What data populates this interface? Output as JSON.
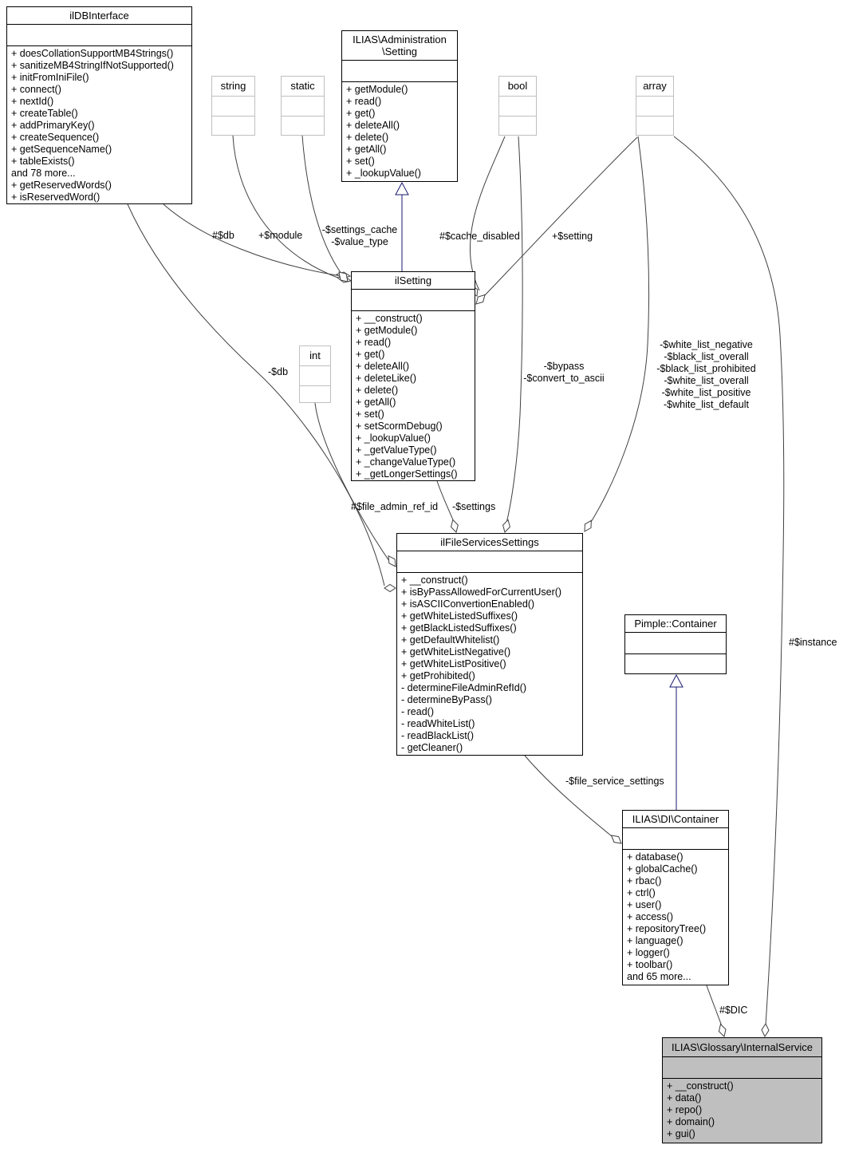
{
  "classes": {
    "ildb": {
      "title": "ilDBInterface",
      "methods": [
        "+ doesCollationSupportMB4Strings()",
        "+ sanitizeMB4StringIfNotSupported()",
        "+ initFromIniFile()",
        "+ connect()",
        "+ nextId()",
        "+ createTable()",
        "+ addPrimaryKey()",
        "+ createSequence()",
        "+ getSequenceName()",
        "+ tableExists()",
        "and 78 more...",
        "+ getReservedWords()",
        "+ isReservedWord()"
      ]
    },
    "admin_setting": {
      "title": "ILIAS\\Administration\n\\Setting",
      "methods": [
        "+ getModule()",
        "+ read()",
        "+ get()",
        "+ deleteAll()",
        "+ delete()",
        "+ getAll()",
        "+ set()",
        "+ _lookupValue()"
      ]
    },
    "ilsetting": {
      "title": "ilSetting",
      "methods": [
        "+ __construct()",
        "+ getModule()",
        "+ read()",
        "+ get()",
        "+ deleteAll()",
        "+ deleteLike()",
        "+ delete()",
        "+ getAll()",
        "+ set()",
        "+ setScormDebug()",
        "+ _lookupValue()",
        "+ _getValueType()",
        "+ _changeValueType()",
        "+ _getLongerSettings()"
      ]
    },
    "filesettings": {
      "title": "ilFileServicesSettings",
      "methods": [
        "+ __construct()",
        "+ isByPassAllowedForCurrentUser()",
        "+ isASCIIConvertionEnabled()",
        "+ getWhiteListedSuffixes()",
        "+ getBlackListedSuffixes()",
        "+ getDefaultWhitelist()",
        "+ getWhiteListNegative()",
        "+ getWhiteListPositive()",
        "+ getProhibited()",
        "- determineFileAdminRefId()",
        "- determineByPass()",
        "- read()",
        "- readWhiteList()",
        "- readBlackList()",
        "- getCleaner()"
      ]
    },
    "pimple": {
      "title": "Pimple::Container"
    },
    "dicontainer": {
      "title": "ILIAS\\DI\\Container",
      "methods": [
        "+ database()",
        "+ globalCache()",
        "+ rbac()",
        "+ ctrl()",
        "+ user()",
        "+ access()",
        "+ repositoryTree()",
        "+ language()",
        "+ logger()",
        "+ toolbar()",
        "and 65 more..."
      ]
    },
    "internalservice": {
      "title": "ILIAS\\Glossary\\InternalService",
      "methods": [
        "+ __construct()",
        "+ data()",
        "+ repo()",
        "+ domain()",
        "+ gui()"
      ]
    }
  },
  "types": {
    "string": "string",
    "static": "static",
    "bool": "bool",
    "array": "array",
    "int": "int"
  },
  "edge_labels": {
    "db_setting": "#$db",
    "module": "+$module",
    "settings_cache": [
      "-$settings_cache",
      "-$value_type"
    ],
    "cache_disabled": "#$cache_disabled",
    "setting": "+$setting",
    "db_filesettings": "-$db",
    "bypass": [
      "-$bypass",
      "-$convert_to_ascii"
    ],
    "lists": [
      "-$white_list_negative",
      "-$black_list_overall",
      "-$black_list_prohibited",
      "-$white_list_overall",
      "-$white_list_positive",
      "-$white_list_default"
    ],
    "file_admin_ref_id": "#$file_admin_ref_id",
    "settings_member": "-$settings",
    "file_service_settings": "-$file_service_settings",
    "dic": "#$DIC",
    "instance": "#$instance"
  },
  "colors": {
    "usage_edge": "#404040",
    "inheritance_edge": "#191970",
    "class_border": "#000000",
    "type_border": "#bfbfbf",
    "highlight_fill": "#bfbfbf"
  }
}
